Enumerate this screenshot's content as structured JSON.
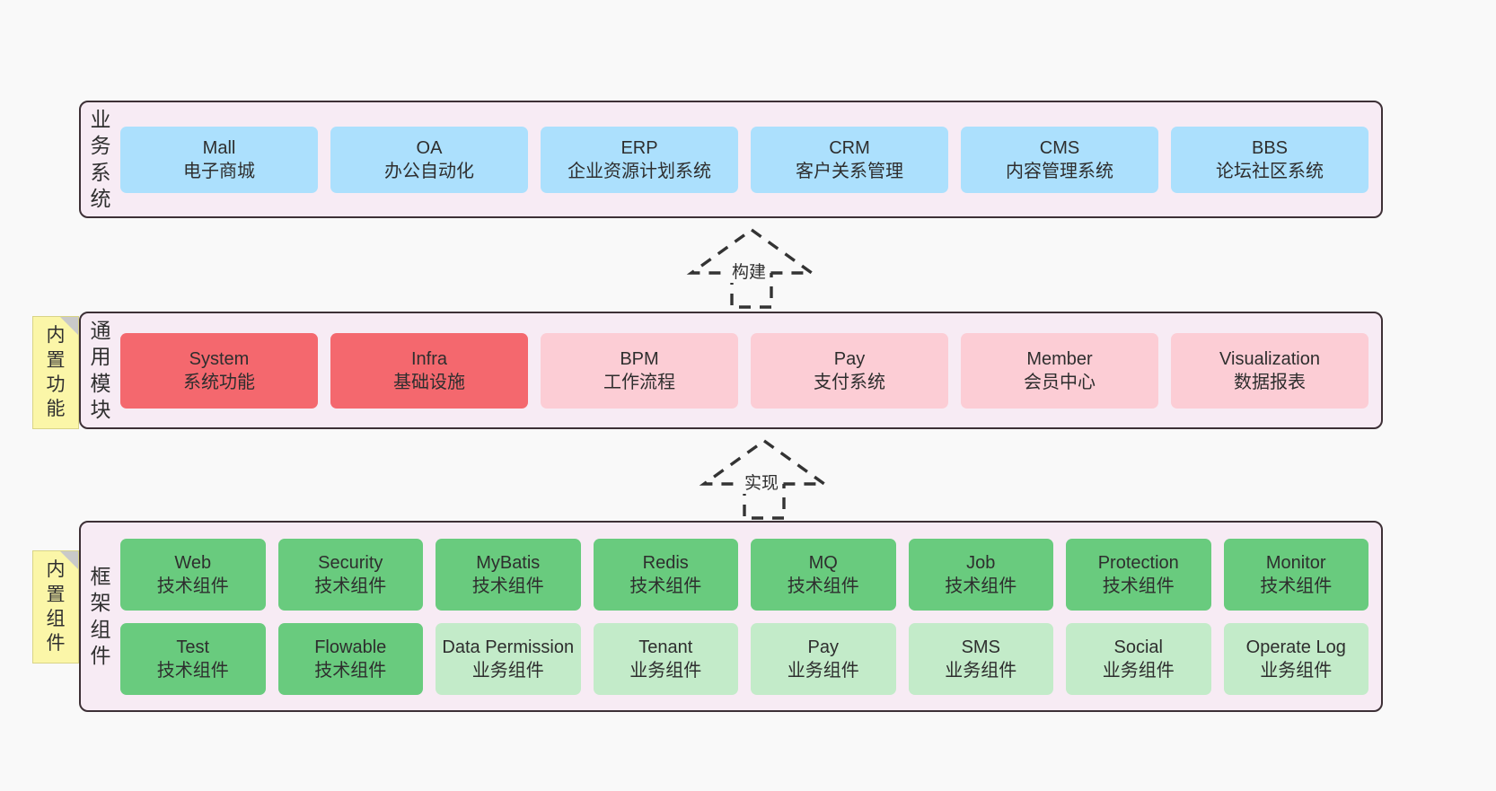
{
  "diagram": {
    "title_hidden": "",
    "colors": {
      "canvas_bg": "#f9f9f9",
      "layer_bg": "#f7ebf4",
      "layer_border": "#3d3036",
      "blue": "#ace0fd",
      "red": "#f4686e",
      "pink": "#fccdd5",
      "green": "#69cb7e",
      "light_green": "#c3ebc9",
      "note_yellow": "#fbf6a8",
      "note_fold": "#c9c9c9"
    }
  },
  "layers": [
    {
      "id": "business",
      "title_chars": [
        "业",
        "务",
        "系",
        "统"
      ],
      "title_text": "业务系统",
      "rows": [
        {
          "boxes": [
            {
              "name": "Mall",
              "desc": "电子商城",
              "color": "blue"
            },
            {
              "name": "OA",
              "desc": "办公自动化",
              "color": "blue"
            },
            {
              "name": "ERP",
              "desc": "企业资源计划系统",
              "color": "blue"
            },
            {
              "name": "CRM",
              "desc": "客户关系管理",
              "color": "blue"
            },
            {
              "name": "CMS",
              "desc": "内容管理系统",
              "color": "blue"
            },
            {
              "name": "BBS",
              "desc": "论坛社区系统",
              "color": "blue"
            }
          ]
        }
      ]
    },
    {
      "id": "modules",
      "title_chars": [
        "通",
        "用",
        "模",
        "块"
      ],
      "title_text": "通用模块",
      "rows": [
        {
          "boxes": [
            {
              "name": "System",
              "desc": "系统功能",
              "color": "red"
            },
            {
              "name": "Infra",
              "desc": "基础设施",
              "color": "red"
            },
            {
              "name": "BPM",
              "desc": "工作流程",
              "color": "pink"
            },
            {
              "name": "Pay",
              "desc": "支付系统",
              "color": "pink"
            },
            {
              "name": "Member",
              "desc": "会员中心",
              "color": "pink"
            },
            {
              "name": "Visualization",
              "desc": "数据报表",
              "color": "pink"
            }
          ]
        }
      ]
    },
    {
      "id": "framework",
      "title_chars": [
        "框",
        "架",
        "组",
        "件"
      ],
      "title_text": "框架组件",
      "rows": [
        {
          "boxes": [
            {
              "name": "Web",
              "desc": "技术组件",
              "color": "green"
            },
            {
              "name": "Security",
              "desc": "技术组件",
              "color": "green"
            },
            {
              "name": "MyBatis",
              "desc": "技术组件",
              "color": "green"
            },
            {
              "name": "Redis",
              "desc": "技术组件",
              "color": "green"
            },
            {
              "name": "MQ",
              "desc": "技术组件",
              "color": "green"
            },
            {
              "name": "Job",
              "desc": "技术组件",
              "color": "green"
            },
            {
              "name": "Protection",
              "desc": "技术组件",
              "color": "green"
            },
            {
              "name": "Monitor",
              "desc": "技术组件",
              "color": "green"
            }
          ]
        },
        {
          "boxes": [
            {
              "name": "Test",
              "desc": "技术组件",
              "color": "green"
            },
            {
              "name": "Flowable",
              "desc": "技术组件",
              "color": "green"
            },
            {
              "name": "Data Permission",
              "desc": "业务组件",
              "color": "light_green"
            },
            {
              "name": "Tenant",
              "desc": "业务组件",
              "color": "light_green"
            },
            {
              "name": "Pay",
              "desc": "业务组件",
              "color": "light_green"
            },
            {
              "name": "SMS",
              "desc": "业务组件",
              "color": "light_green"
            },
            {
              "name": "Social",
              "desc": "业务组件",
              "color": "light_green"
            },
            {
              "name": "Operate Log",
              "desc": "业务组件",
              "color": "light_green"
            }
          ]
        }
      ]
    }
  ],
  "notes": [
    {
      "id": "builtin-func",
      "chars": [
        "内",
        "置",
        "功",
        "能"
      ],
      "text": "内置功能"
    },
    {
      "id": "builtin-comp",
      "chars": [
        "内",
        "置",
        "组",
        "件"
      ],
      "text": "内置组件"
    }
  ],
  "arrows": [
    {
      "id": "build",
      "label": "构建",
      "from": "通用模块",
      "to": "业务系统",
      "style": "dashed-generalization"
    },
    {
      "id": "impl",
      "label": "实现",
      "from": "框架组件",
      "to": "通用模块",
      "style": "dashed-generalization"
    }
  ]
}
